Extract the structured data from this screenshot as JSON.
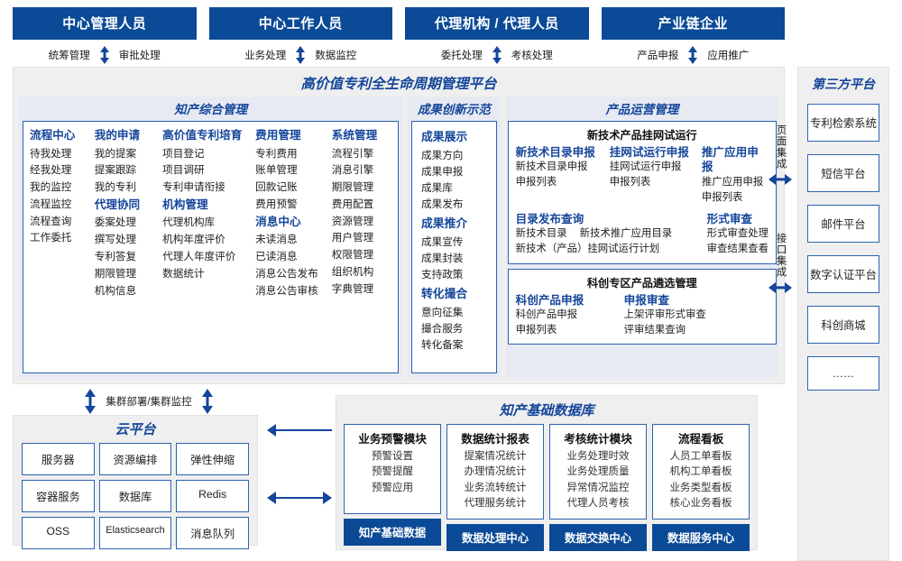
{
  "actors": [
    {
      "title": "中心管理人员",
      "left": "统筹管理",
      "right": "审批处理"
    },
    {
      "title": "中心工作人员",
      "left": "业务处理",
      "right": "数据监控"
    },
    {
      "title": "代理机构 / 代理人员",
      "left": "委托处理",
      "right": "考核处理"
    },
    {
      "title": "产业链企业",
      "left": "产品申报",
      "right": "应用推广"
    }
  ],
  "platform": {
    "title": "高价值专利全生命周期管理平台",
    "groups": {
      "zcgl": {
        "title": "知产综合管理",
        "columns": [
          {
            "blocks": [
              {
                "head": "流程中心",
                "items": [
                  "待我处理",
                  "经我处理",
                  "我的监控",
                  "流程监控",
                  "流程查询",
                  "工作委托"
                ]
              }
            ]
          },
          {
            "blocks": [
              {
                "head": "我的申请",
                "items": [
                  "我的提案",
                  "提案跟踪",
                  "我的专利"
                ]
              },
              {
                "head": "代理协同",
                "items": [
                  "委案处理",
                  "撰写处理",
                  "专利答复",
                  "期限管理",
                  "机构信息"
                ]
              }
            ]
          },
          {
            "blocks": [
              {
                "head": "高价值专利培育",
                "items": [
                  "项目登记",
                  "项目调研",
                  "专利申请衔接"
                ]
              },
              {
                "head": "机构管理",
                "items": [
                  "代理机构库",
                  "机构年度评价",
                  "代理人年度评价",
                  "数据统计"
                ]
              }
            ]
          },
          {
            "blocks": [
              {
                "head": "费用管理",
                "items": [
                  "专利费用",
                  "账单管理",
                  "回款记账",
                  "费用预警"
                ]
              },
              {
                "head": "消息中心",
                "items": [
                  "未读消息",
                  "已读消息",
                  "消息公告发布",
                  "消息公告审核"
                ]
              }
            ]
          },
          {
            "blocks": [
              {
                "head": "系统管理",
                "items": [
                  "流程引擎",
                  "消息引擎",
                  "期限管理",
                  "费用配置",
                  "资源管理",
                  "用户管理",
                  "权限管理",
                  "组织机构",
                  "字典管理"
                ]
              }
            ]
          }
        ]
      },
      "cgcx": {
        "title": "成果创新示范",
        "blocks": [
          {
            "head": "成果展示",
            "items": [
              "成果方向",
              "成果申报",
              "成果库",
              "成果发布"
            ]
          },
          {
            "head": "成果推介",
            "items": [
              "成果宣传",
              "成果封装",
              "支持政策"
            ]
          },
          {
            "head": "转化撮合",
            "items": [
              "意向征集",
              "撮合服务",
              "转化备案"
            ]
          }
        ]
      },
      "cpyy": {
        "title": "产品运营管理",
        "panel1": {
          "title": "新技术产品挂网试运行",
          "row1": [
            {
              "head": "新技术目录申报",
              "items": [
                "新技术目录申报",
                "申报列表"
              ]
            },
            {
              "head": "挂网试运行申报",
              "items": [
                "挂网试运行申报",
                "申报列表"
              ]
            },
            {
              "head": "推广应用申报",
              "items": [
                "推广应用申报",
                "申报列表"
              ]
            }
          ],
          "row2_left_head": "目录发布查询",
          "row2_left_items": [
            "新技术目录",
            "新技术推广应用目录",
            "新技术（产品）挂网试运行计划"
          ],
          "row2_right_head": "形式审查",
          "row2_right_items": [
            "形式审查处理",
            "审查结果查看"
          ]
        },
        "panel2": {
          "title": "科创专区产品遴选管理",
          "cols": [
            {
              "head": "科创产品申报",
              "items": [
                "科创产品申报",
                "申报列表"
              ]
            },
            {
              "head": "申报审查",
              "items": [
                "上架评审形式审查",
                "评审结果查询"
              ]
            }
          ]
        }
      }
    }
  },
  "integration": {
    "page": "页面集成",
    "api": "接口集成"
  },
  "third_party": {
    "title": "第三方平台",
    "items": [
      "专利检索系统",
      "短信平台",
      "邮件平台",
      "数字认证平台",
      "科创商城",
      "……"
    ]
  },
  "cluster_label": "集群部署/集群监控",
  "cloud": {
    "title": "云平台",
    "items": [
      "服务器",
      "资源编排",
      "弹性伸缩",
      "容器服务",
      "数据库",
      "Redis",
      "OSS",
      "Elasticsearch",
      "消息队列"
    ]
  },
  "database": {
    "title": "知产基础数据库",
    "columns": [
      {
        "title": "业务预警模块",
        "items": [
          "预警设置",
          "预警提醒",
          "预警应用"
        ],
        "foot": "知产基础数据"
      },
      {
        "title": "数据统计报表",
        "items": [
          "提案情况统计",
          "办理情况统计",
          "业务流转统计",
          "代理服务统计"
        ],
        "foot": "数据处理中心"
      },
      {
        "title": "考核统计模块",
        "items": [
          "业务处理时效",
          "业务处理质量",
          "异常情况监控",
          "代理人员考核"
        ],
        "foot": "数据交换中心"
      },
      {
        "title": "流程看板",
        "items": [
          "人员工单看板",
          "机构工单看板",
          "业务类型看板",
          "核心业务看板"
        ],
        "foot": "数据服务中心"
      }
    ]
  },
  "colors": {
    "primary": "#0b4a96",
    "accent": "#14469a",
    "border": "#2e62b0",
    "panel_bg": "#efefef",
    "group_bg": "#e7eaf3"
  }
}
